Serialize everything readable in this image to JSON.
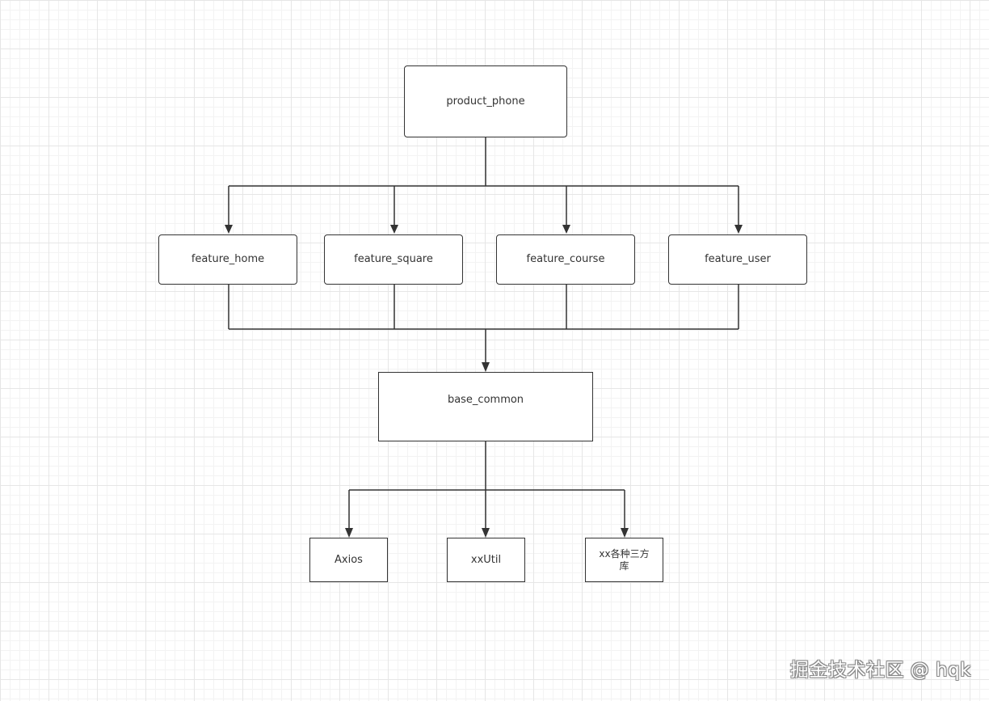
{
  "nodes": {
    "product_phone": "product_phone",
    "feature_home": "feature_home",
    "feature_square": "feature_square",
    "feature_course": "feature_course",
    "feature_user": "feature_user",
    "base_common": "base_common",
    "axios": "Axios",
    "xxutil": "xxUtil",
    "third_party": "xx各种三方库"
  },
  "watermark": "掘金技术社区 @ hqk",
  "colors": {
    "line": "#333333",
    "grid_major": "#e6e6e6",
    "grid_minor": "#f3f3f3"
  }
}
